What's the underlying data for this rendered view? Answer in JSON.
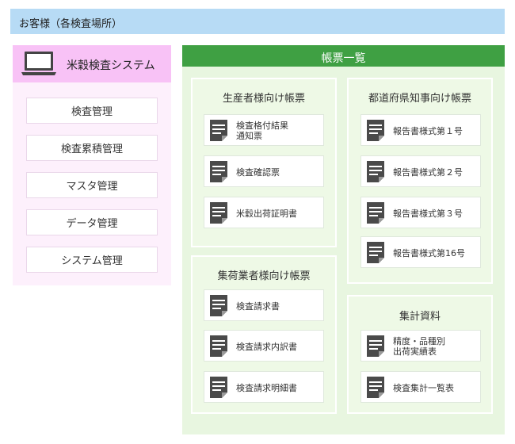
{
  "top_bar": {
    "label": "お客様（各検査場所）"
  },
  "system": {
    "title": "米穀検査システム",
    "menu": [
      "検査管理",
      "検査累積管理",
      "マスタ管理",
      "データ管理",
      "システム管理"
    ]
  },
  "documents": {
    "title": "帳票一覧",
    "producer": {
      "title": "生産者様向け帳票",
      "items": [
        "検査格付結果\n通知票",
        "検査確認票",
        "米穀出荷証明書"
      ]
    },
    "collector": {
      "title": "集荷業者様向け帳票",
      "items": [
        "検査請求書",
        "検査請求内訳書",
        "検査請求明細書"
      ]
    },
    "governor": {
      "title": "都道府県知事向け帳票",
      "items": [
        "報告書様式第１号",
        "報告書様式第２号",
        "報告書様式第３号",
        "報告書様式第16号"
      ]
    },
    "totals": {
      "title": "集計資料",
      "items": [
        "精度・品種別\n出荷実績表",
        "検査集計一覧表"
      ]
    }
  },
  "colors": {
    "top_bar": "#b7dbf5",
    "system_header": "#f8c2f6",
    "system_panel": "#fdf0fc",
    "doc_header": "#3fa043",
    "doc_panel": "#e8f6e0"
  }
}
